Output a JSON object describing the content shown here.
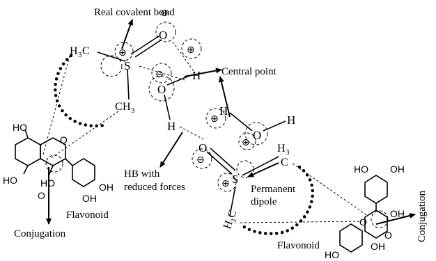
{
  "annotations": {
    "real_covalent_bond": "Real covalent bond",
    "central_point": "Central point",
    "hb_line1": "HB with",
    "hb_line2": "reduced forces",
    "permanent_line1": "Permanent",
    "permanent_line2": "dipole",
    "conjugation_left": "Conjugation",
    "conjugation_right": "Conjugation",
    "flavonoid_left": "Flavonoid",
    "flavonoid_right": "Flavonoid"
  },
  "atoms": {
    "oxygen": "O",
    "sulfur": "S",
    "hydrogen": "H",
    "methyl_h3": "H",
    "methyl_c": "C",
    "methyl_3": "3",
    "hydroxyl": "HO",
    "hydroxyl_r": "OH",
    "plus": "⊕",
    "minus": "⊖"
  }
}
